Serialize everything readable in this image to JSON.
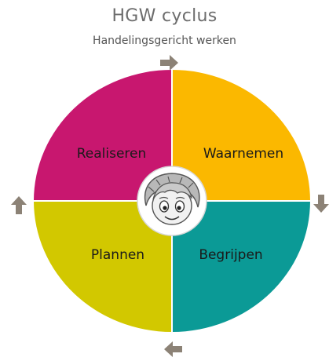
{
  "header": {
    "title": "HGW cyclus",
    "subtitle": "Handelingsgericht werken"
  },
  "cycle": {
    "quadrants": [
      {
        "id": "top-left",
        "label": "Realiseren",
        "color": "#c8176f"
      },
      {
        "id": "top-right",
        "label": "Waarnemen",
        "color": "#fbb800"
      },
      {
        "id": "bottom-right",
        "label": "Begrijpen",
        "color": "#0b9a96"
      },
      {
        "id": "bottom-left",
        "label": "Plannen",
        "color": "#d2c800"
      }
    ],
    "center_icon": "child-face-icon",
    "arrow_color": "#8c8276",
    "arrows": [
      "arrow-right-icon",
      "arrow-down-icon",
      "arrow-left-icon",
      "arrow-up-icon"
    ]
  }
}
